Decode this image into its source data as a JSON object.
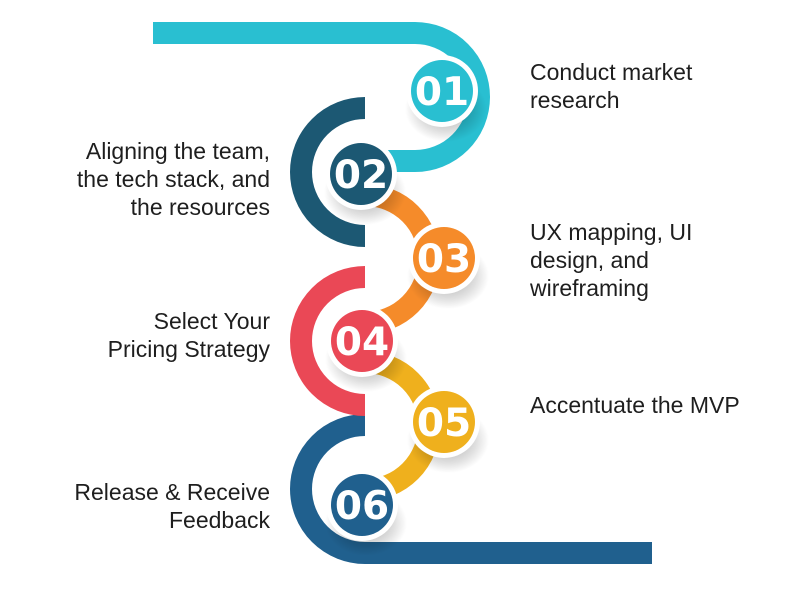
{
  "colors": {
    "step1": "#29bfd1",
    "step2": "#1c5873",
    "step3": "#f58b2a",
    "step4": "#ea4856",
    "step5": "#efb01d",
    "step6": "#20608e"
  },
  "steps": [
    {
      "number": "01",
      "lines": [
        "Conduct market",
        "research"
      ]
    },
    {
      "number": "02",
      "lines": [
        "Aligning the team,",
        "the tech stack, and",
        "the resources"
      ]
    },
    {
      "number": "03",
      "lines": [
        "UX mapping, UI",
        "design, and",
        "wireframing"
      ]
    },
    {
      "number": "04",
      "lines": [
        "Select Your",
        "Pricing Strategy"
      ]
    },
    {
      "number": "05",
      "lines": [
        "Accentuate the MVP"
      ]
    },
    {
      "number": "06",
      "lines": [
        "Release & Receive",
        "Feedback"
      ]
    }
  ]
}
